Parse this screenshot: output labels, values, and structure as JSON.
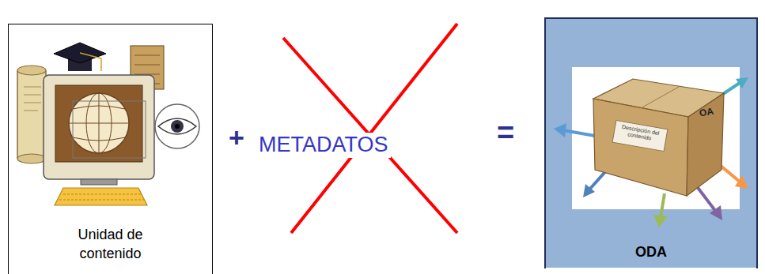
{
  "diagram": {
    "nodes": [
      {
        "text": [
          "Unidad de contenido"
        ]
      },
      {
        "text": [
          "ODA"
        ]
      }
    ],
    "labels": [
      "+",
      "METADATOS",
      "=",
      "OA",
      "Descripción del contenido"
    ]
  }
}
